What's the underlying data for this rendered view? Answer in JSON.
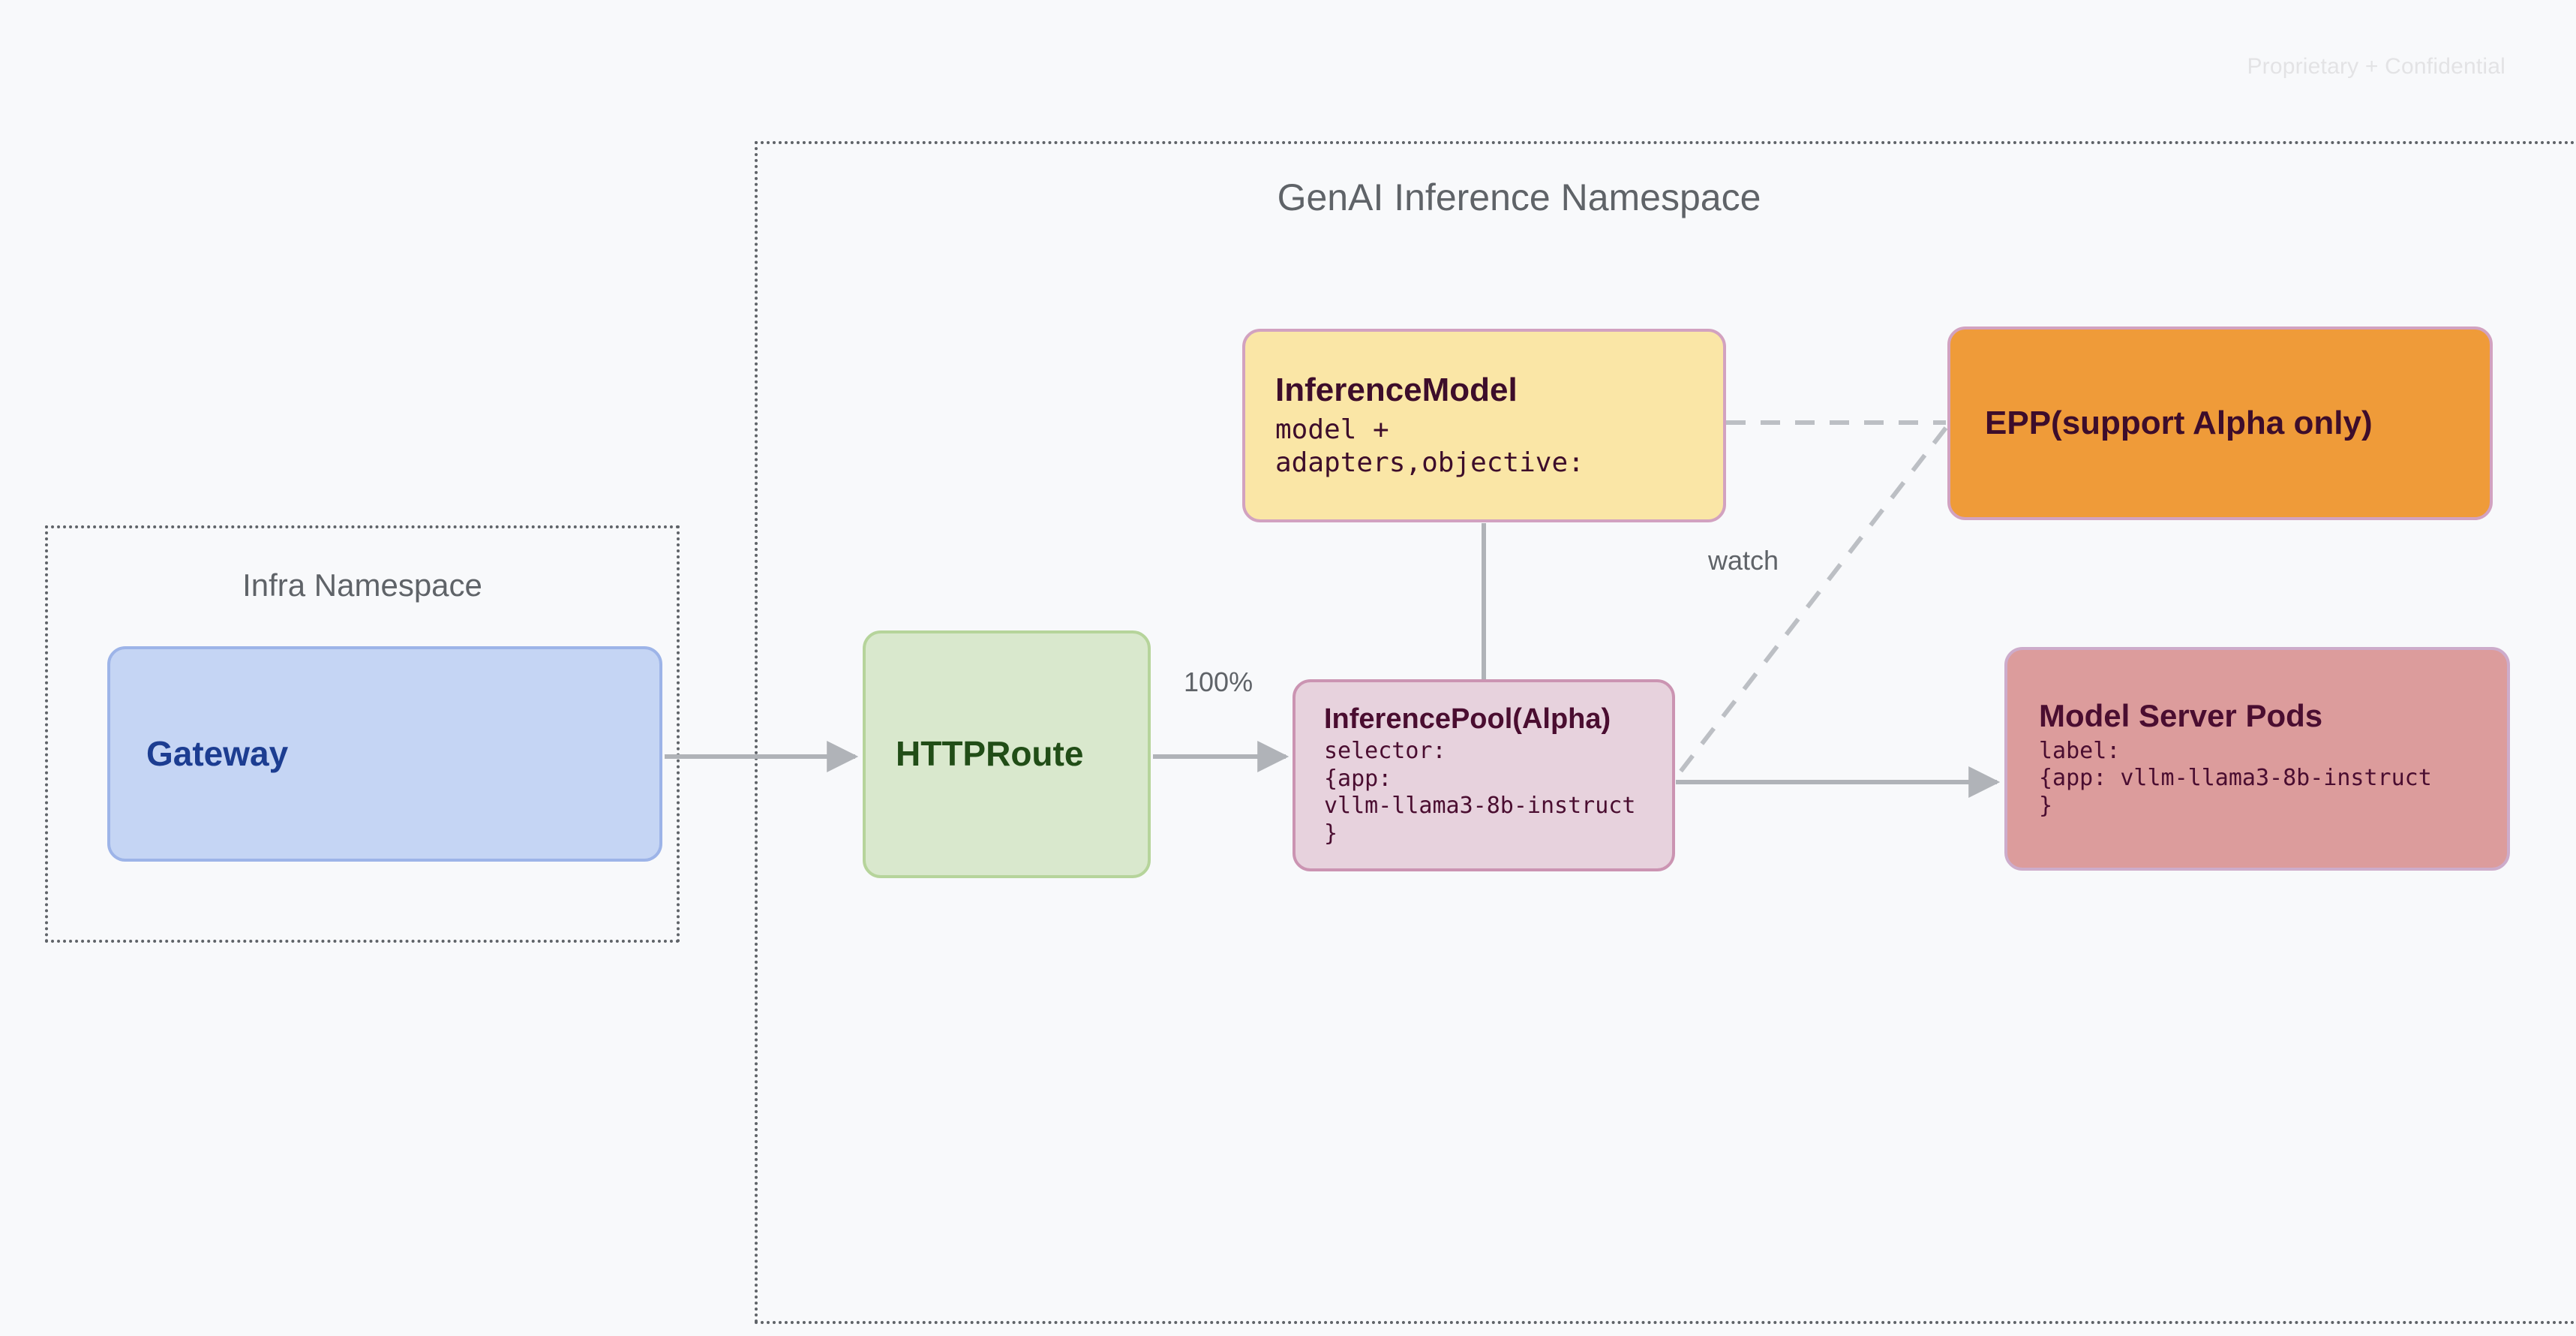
{
  "page": {
    "confidential_notice": "Proprietary + Confidential"
  },
  "namespaces": [
    {
      "id": "infra",
      "title": "Infra Namespace"
    },
    {
      "id": "genai",
      "title": "GenAI Inference Namespace"
    }
  ],
  "nodes": {
    "gateway": {
      "title": "Gateway",
      "fill": "#c5d5f4",
      "border": "#9db4e8",
      "text": "#1c3d91"
    },
    "httproute": {
      "title": "HTTPRoute",
      "fill": "#d9e8cd",
      "border": "#b6d49b",
      "text": "#214d17"
    },
    "inference_model": {
      "title": "InferenceModel",
      "body": "model +\nadapters,objective:",
      "fill": "#fae6a6",
      "border": "#d2a2c0",
      "text": "#3d0d2b"
    },
    "inference_pool": {
      "title": "InferencePool(Alpha)",
      "body": "selector:\n{app:\nvllm-llama3-8b-instruct\n}",
      "fill": "#e7d2dd",
      "border": "#cb94b2",
      "text": "#4a0d30"
    },
    "epp": {
      "title": "EPP(support Alpha only)",
      "fill": "#ef9b39",
      "border": "#d2a2c0",
      "text": "#3d0d2b"
    },
    "model_server_pods": {
      "title": "Model Server Pods",
      "body": "label:\n{app: vllm-llama3-8b-instruct\n}",
      "fill": "#dc9c9c",
      "border": "#cdaccb",
      "text": "#4a0d30"
    }
  },
  "edges": {
    "gateway_to_httproute": {
      "label": "",
      "style": "solid"
    },
    "httproute_to_pool": {
      "label": "100%",
      "style": "solid"
    },
    "pool_to_pods": {
      "label": "",
      "style": "solid"
    },
    "model_to_epp": {
      "label": "",
      "style": "dashed"
    },
    "epp_to_pool": {
      "label": "watch",
      "style": "dashed"
    }
  },
  "colors": {
    "canvas": "#f8f9fb",
    "namespace_border": "#5f6368",
    "connector": "#b0b3b8",
    "dashed_connector": "#bcbfc4",
    "label_text": "#5f6368",
    "confidential_text": "#e3e3e5"
  }
}
